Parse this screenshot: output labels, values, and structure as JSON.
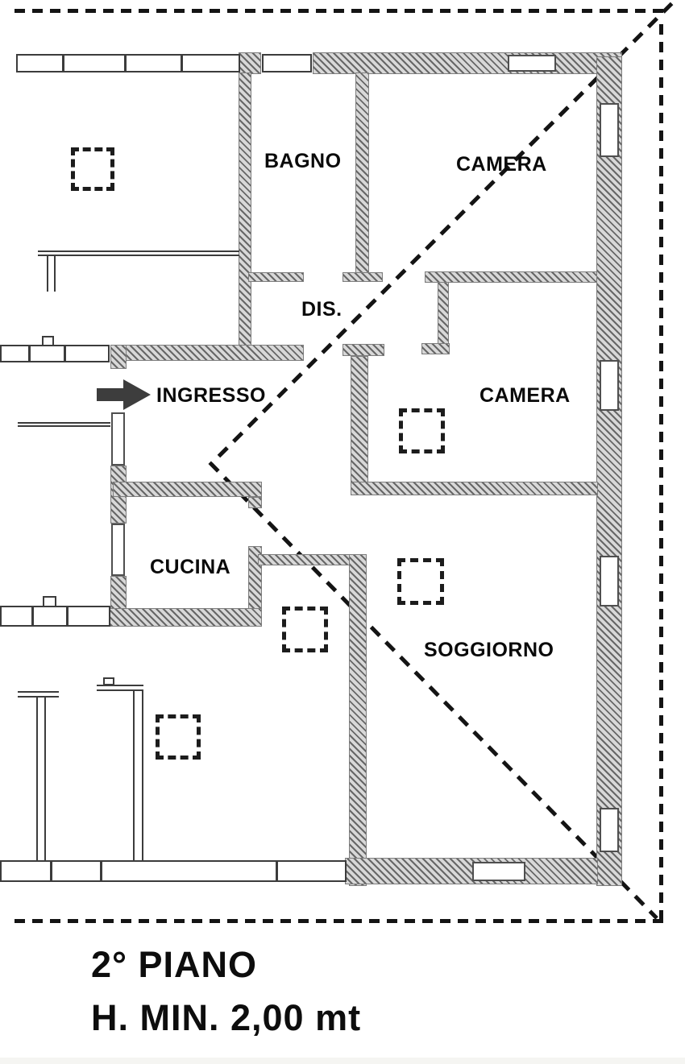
{
  "meta": {
    "floor_title": "2° PIANO",
    "height_note": "H. MIN. 2,00 mt"
  },
  "rooms": [
    {
      "id": "bagno",
      "label": "BAGNO"
    },
    {
      "id": "camera-nord",
      "label": "CAMERA"
    },
    {
      "id": "disimpegno",
      "label": "DIS."
    },
    {
      "id": "ingresso",
      "label": "INGRESSO"
    },
    {
      "id": "camera-est",
      "label": "CAMERA"
    },
    {
      "id": "cucina",
      "label": "CUCINA"
    },
    {
      "id": "soggiorno",
      "label": "SOGGIORNO"
    }
  ],
  "colors": {
    "ink": "#141414",
    "wall_hatch_dark": "#676767",
    "wall_hatch_light": "#d8d8d8",
    "background": "#ffffff"
  }
}
